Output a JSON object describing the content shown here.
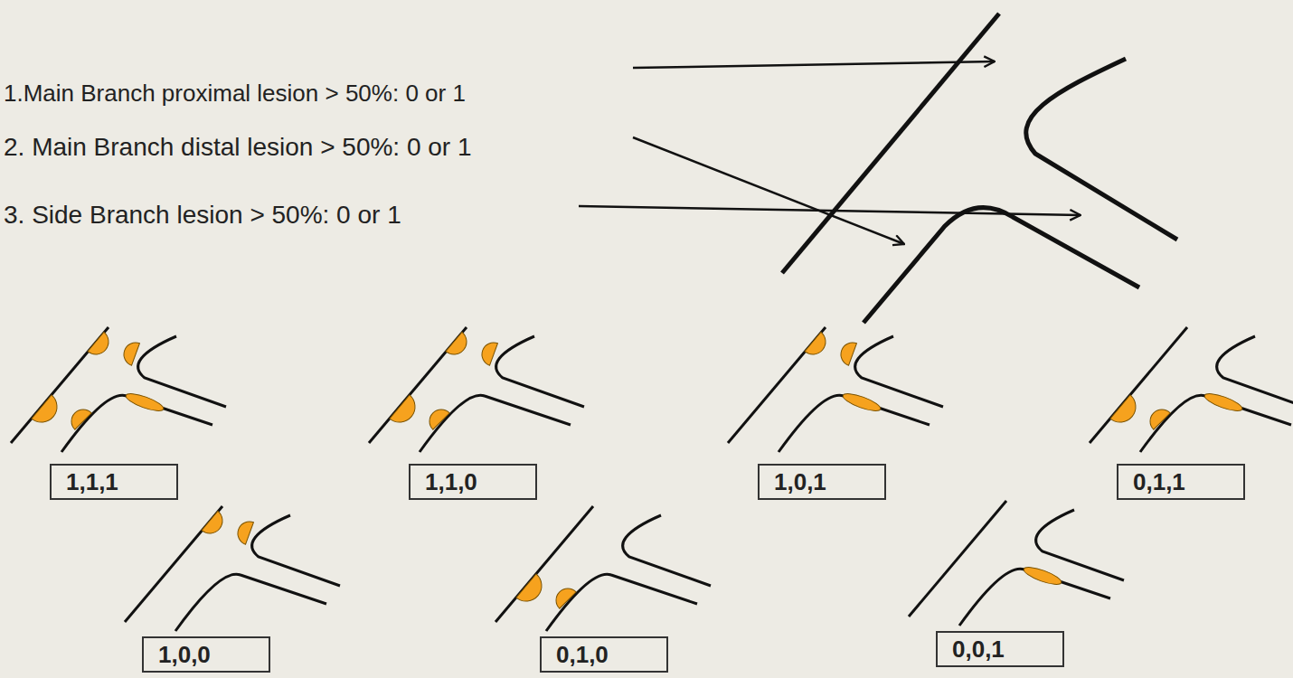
{
  "diagram": {
    "nodes": [
      {
        "text": [
          "1,1,1"
        ]
      },
      {
        "text": [
          "1,1,0"
        ]
      },
      {
        "text": [
          "1,0,1"
        ]
      },
      {
        "text": [
          "0,1,1"
        ]
      },
      {
        "text": [
          "1,0,0"
        ]
      },
      {
        "text": [
          "0,1,0"
        ]
      },
      {
        "text": [
          "0,0,1"
        ]
      }
    ],
    "labels": [
      "1.Main Branch proximal lesion > 50%: 0 or 1",
      "2. Main Branch distal lesion > 50%: 0 or 1",
      "3. Side Branch lesion > 50%: 0 or 1"
    ]
  }
}
